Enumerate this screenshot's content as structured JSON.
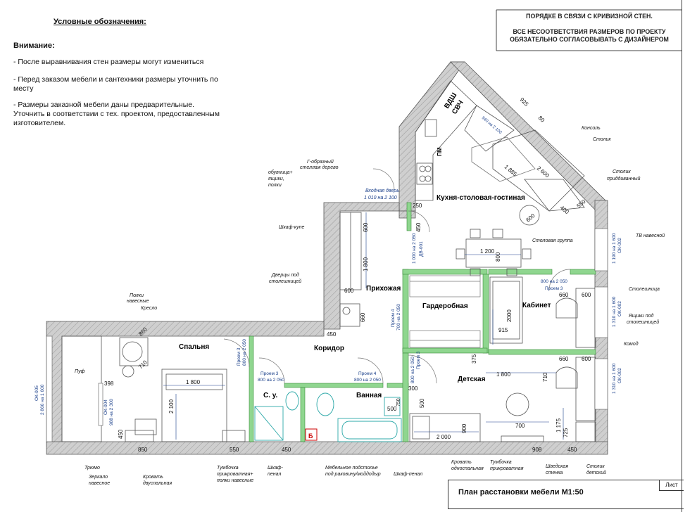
{
  "legend": {
    "title": "Условные обозначения:",
    "warning": "Внимание:",
    "items": [
      "- После выравнивания стен размеры могут измениться",
      "- Перед заказом мебели и сантехники размеры уточнить по месту",
      "- Размеры заказной мебели даны предварительные. Уточнить в соответствии с тех. проектом, предоставленным изготовителем."
    ]
  },
  "notes": {
    "line1": "ПОРЯДКЕ В СВЯЗИ С КРИВИЗНОЙ СТЕН.",
    "line2": "ВСЕ НЕСООТВЕТСТВИЯ РАЗМЕРОВ ПО ПРОЕКТУ",
    "line3": "ОБЯЗАТЕЛЬНО СОГЛАСОВЫВАТЬ С ДИЗАЙНЕРОМ"
  },
  "title_block": {
    "title": "План расстановки мебели М1:50",
    "sheet": "Лист"
  },
  "rooms": {
    "kitchen": "Кухня-столовая-гостиная",
    "hall": "Прихожая",
    "wardrobe": "Гардеробная",
    "study": "Кабинет",
    "bedroom": "Спальня",
    "corridor": "Коридор",
    "wc": "С. у.",
    "bath": "Ванная",
    "kids": "Детская"
  },
  "callouts": {
    "konsol": "Консоль",
    "stolik": "Столик",
    "stolik_prid": "Столик",
    "stolik_prid2": "приддиванный",
    "tv": "ТВ навесной",
    "stoleshnica": "Столешница",
    "yashiki1": "Ящики под",
    "yashiki2": "столешницей",
    "komod": "Комод",
    "g_stellazh1": "Г-образный",
    "g_stellazh2": "стеллаж дерево",
    "obuvnica1": "обувница+",
    "obuvnica2": "ящики,",
    "obuvnica3": "полки",
    "shkaf_kupe": "Шкаф-купе",
    "dvercy1": "Дверцы под",
    "dvercy2": "столешницей",
    "polki1": "Полки",
    "polki2": "навесные",
    "kreslo": "Кресло",
    "puf": "Пуф",
    "stolovaya": "Столовая группа",
    "vhod": "Входная дверь",
    "vhod_size": "1 010 на 2 100",
    "tryumo": "Трюмо",
    "zerkalo1": "Зеркало",
    "zerkalo2": "навесное",
    "krovat_dv1": "Кровать",
    "krovat_dv2": "двуспальная",
    "tumbochka1": "Тумбочка",
    "tumbochka2": "прикроватная+",
    "tumbochka3": "полки навесные",
    "shkaf_penal1": "Шкаф-",
    "shkaf_penal2": "пенал",
    "podstolie1": "Мебельное подстолье",
    "podstolie2": "под раковину/мойдодыр",
    "shkaf_penal_b": "Шкаф-пенал",
    "krovat_od1": "Кровать",
    "krovat_od2": "односпальная",
    "tumb_prik1": "Тумбочка",
    "tumb_prik2": "прикроватная",
    "shved1": "Шведская",
    "shved2": "стенка",
    "stolik_det1": "Столик",
    "stolik_det2": "детский",
    "vdsh": "ВДШ",
    "svch": "СВЧ",
    "pm": "ПМ",
    "b_mark": "Б"
  },
  "openings": {
    "proem3a": "Проем 3",
    "proem3a_size": "800 на 2 050",
    "proem3b": "Проем 3",
    "proem3b_size": "800 на 2 050",
    "proem4": "Проем 4",
    "proem4_size": "800 на 2 050",
    "proem3c": "Проем 3",
    "proem3c_size": "800 на 2 050",
    "proem3d": "Проем 3",
    "proem3d_size": "800 на 2 050",
    "proem4b": "Проем 4",
    "proem4b_size": "700 на 2 050",
    "proem_left": "Проем 3",
    "proem_left_size": "800 на 2 050",
    "ds": "ДВ-001",
    "ds_size": "1 000 на 2 050",
    "win_left1": "ОК-005",
    "win_left2": "2 866 на 1 600",
    "win_r1a": "ОК-002",
    "win_r1b": "1 190 на 1 600",
    "win_r2a": "ОК-002",
    "win_r2b": "1 310 на 1 600",
    "win_r3a": "ОК-002",
    "win_r3b": "1 310 на 1 600",
    "win_mid": "ОК-004",
    "win_mid_size": "988 на 2 300"
  },
  "dims": {
    "d925": "925",
    "d80": "80",
    "d940": "940 на 2 100",
    "d1885": "1 885",
    "d2600": "2 600",
    "d400": "400",
    "d550": "550",
    "d600k": "600",
    "d250": "250",
    "d450a": "450",
    "d600h": "600",
    "d1800h": "1 800",
    "d600hb": "600",
    "d660": "660",
    "d450b": "450",
    "d1200": "1 200",
    "d800": "800",
    "d2000": "2000",
    "d915": "915",
    "d660r1": "660",
    "d600r1": "600",
    "d660r2": "660",
    "d600r2": "600",
    "d1800k": "1 800",
    "d710k": "710",
    "d375": "375",
    "d860": "860",
    "d710": "710",
    "d398": "398",
    "d1800b": "1 800",
    "d2100": "2 100",
    "d450c": "450",
    "d850": "850",
    "d550b": "550",
    "d450d": "450",
    "d300": "300",
    "d500": "500",
    "d750": "750",
    "d500b": "500",
    "d2000k": "2 000",
    "d900": "900",
    "d700": "700",
    "d1175": "1 175",
    "d725": "725",
    "d908": "908",
    "d450e": "450"
  }
}
